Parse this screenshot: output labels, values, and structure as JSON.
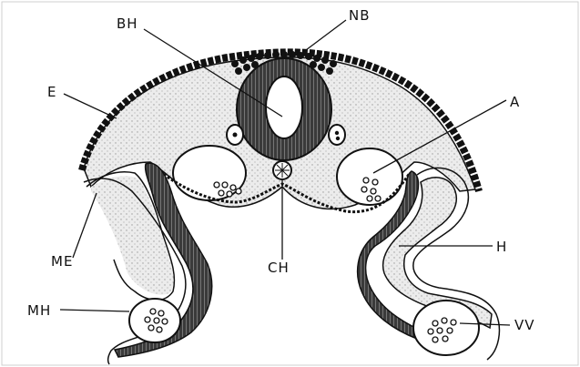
{
  "figure": {
    "labels": {
      "bh": "BH",
      "nb": "NB",
      "e": "E",
      "a": "A",
      "me": "ME",
      "ch": "CH",
      "h": "H",
      "mh": "MH",
      "vv": "VV"
    },
    "colors": {
      "ink": "#111111",
      "paper": "#ffffff",
      "mesenchyme": "#e4e4e4"
    }
  }
}
